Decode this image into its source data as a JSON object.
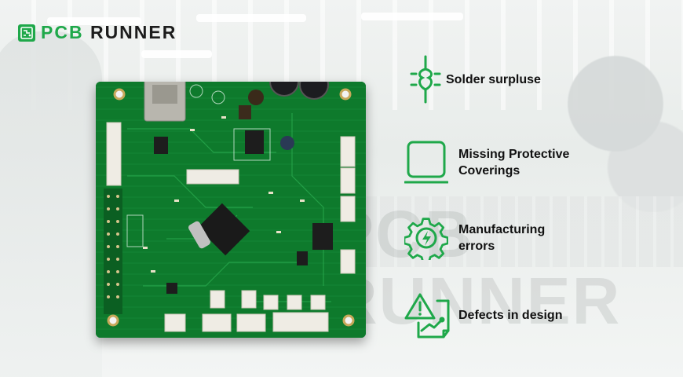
{
  "brand": {
    "name_part1": "PCB",
    "name_part2": "RUNNER",
    "accent_color": "#1fa84a"
  },
  "watermark": {
    "line1": "PCB",
    "line2": "RUNNER"
  },
  "features": [
    {
      "icon": "solder-joint-icon",
      "label_line1": "Solder surpluse",
      "label_line2": ""
    },
    {
      "icon": "protective-cover-icon",
      "label_line1": "Missing Protective",
      "label_line2": "Coverings"
    },
    {
      "icon": "gear-lightning-icon",
      "label_line1": "Manufacturing",
      "label_line2": "errors"
    },
    {
      "icon": "design-warning-icon",
      "label_line1": "Defects in design",
      "label_line2": ""
    }
  ]
}
